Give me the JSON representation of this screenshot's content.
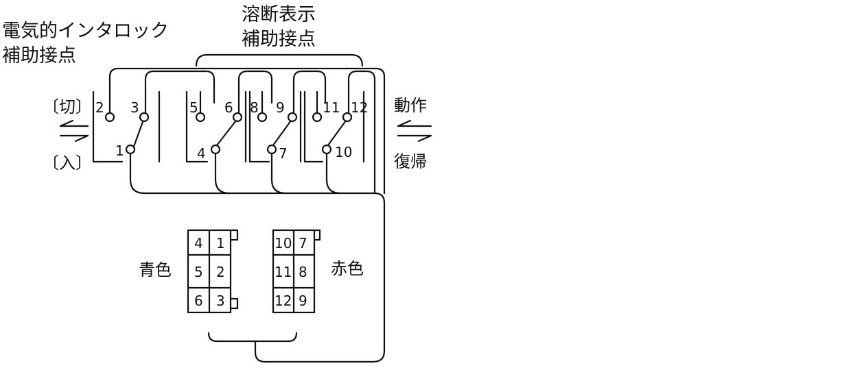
{
  "labels": {
    "interlock_line1": "電気的インタロック",
    "interlock_line2": "補助接点",
    "fuse_line1": "溶断表示",
    "fuse_line2": "補助接点",
    "cut": "〔切〕",
    "on": "〔入〕",
    "operate": "動作",
    "reset": "復帰",
    "blue": "青色",
    "red": "赤色"
  },
  "terminals": [
    "1",
    "2",
    "3",
    "4",
    "5",
    "6",
    "7",
    "8",
    "9",
    "10",
    "11",
    "12"
  ],
  "connectors": {
    "blue": {
      "rows": [
        [
          "4",
          "1"
        ],
        [
          "5",
          "2"
        ],
        [
          "6",
          "3"
        ]
      ]
    },
    "red": {
      "rows": [
        [
          "10",
          "7"
        ],
        [
          "11",
          "8"
        ],
        [
          "12",
          "9"
        ]
      ]
    }
  }
}
